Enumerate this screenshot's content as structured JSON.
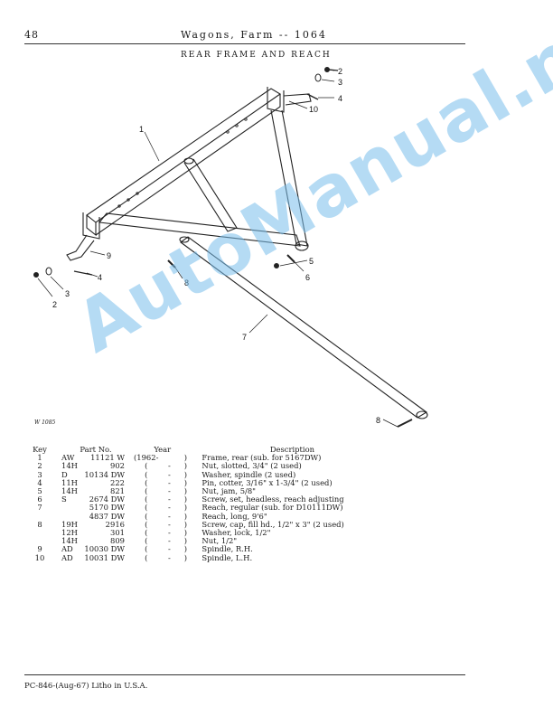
{
  "header": {
    "page_number": "48",
    "title": "Wagons, Farm -- 1064"
  },
  "section_title": "REAR FRAME AND REACH",
  "figure": {
    "id": "W 1085",
    "callouts": [
      "1",
      "2",
      "3",
      "4",
      "10",
      "9",
      "4",
      "3",
      "2",
      "5",
      "6",
      "8",
      "7",
      "8"
    ]
  },
  "watermark": "AutoManual.net",
  "table": {
    "headers": {
      "key": "Key",
      "part_no": "Part No.",
      "year": "Year",
      "description": "Description"
    },
    "rows": [
      {
        "key": "1",
        "prefix": "AW",
        "number": "11121 W",
        "open": "(1962-",
        "year": "",
        "close": ")",
        "desc": "Frame, rear (sub. for 5167DW)"
      },
      {
        "key": "2",
        "prefix": "14H",
        "number": "902",
        "open": "(",
        "year": "-",
        "close": ")",
        "desc": "Nut, slotted, 3/4\" (2 used)"
      },
      {
        "key": "3",
        "prefix": "D",
        "number": "10134 DW",
        "open": "(",
        "year": "-",
        "close": ")",
        "desc": "Washer, spindle (2 used)"
      },
      {
        "key": "4",
        "prefix": "11H",
        "number": "222",
        "open": "(",
        "year": "-",
        "close": ")",
        "desc": "Pin, cotter, 3/16\" x 1-3/4\" (2 used)"
      },
      {
        "key": "5",
        "prefix": "14H",
        "number": "821",
        "open": "(",
        "year": "-",
        "close": ")",
        "desc": "Nut, jam, 5/8\""
      },
      {
        "key": "6",
        "prefix": "S",
        "number": "2674 DW",
        "open": "(",
        "year": "-",
        "close": ")",
        "desc": "Screw, set, headless, reach adjusting"
      },
      {
        "key": "7",
        "prefix": "",
        "number": "5170 DW",
        "open": "(",
        "year": "-",
        "close": ")",
        "desc": "Reach, regular (sub. for D10111DW)"
      },
      {
        "key": "",
        "prefix": "",
        "number": "4837 DW",
        "open": "(",
        "year": "-",
        "close": ")",
        "desc": "Reach, long, 9'6\""
      },
      {
        "key": "8",
        "prefix": "19H",
        "number": "2916",
        "open": "(",
        "year": "-",
        "close": ")",
        "desc": "Screw, cap, fill hd., 1/2\" x 3\" (2 used)"
      },
      {
        "key": "",
        "prefix": "12H",
        "number": "301",
        "open": "(",
        "year": "-",
        "close": ")",
        "desc": "Washer, lock, 1/2\""
      },
      {
        "key": "",
        "prefix": "14H",
        "number": "809",
        "open": "(",
        "year": "-",
        "close": ")",
        "desc": "Nut, 1/2\""
      },
      {
        "key": "9",
        "prefix": "AD",
        "number": "10030 DW",
        "open": "(",
        "year": "-",
        "close": ")",
        "desc": "Spindle, R.H."
      },
      {
        "key": "10",
        "prefix": "AD",
        "number": "10031 DW",
        "open": "(",
        "year": "-",
        "close": ")",
        "desc": "Spindle, L.H."
      }
    ]
  },
  "footer": "PC-846-(Aug-67)  Litho in U.S.A."
}
